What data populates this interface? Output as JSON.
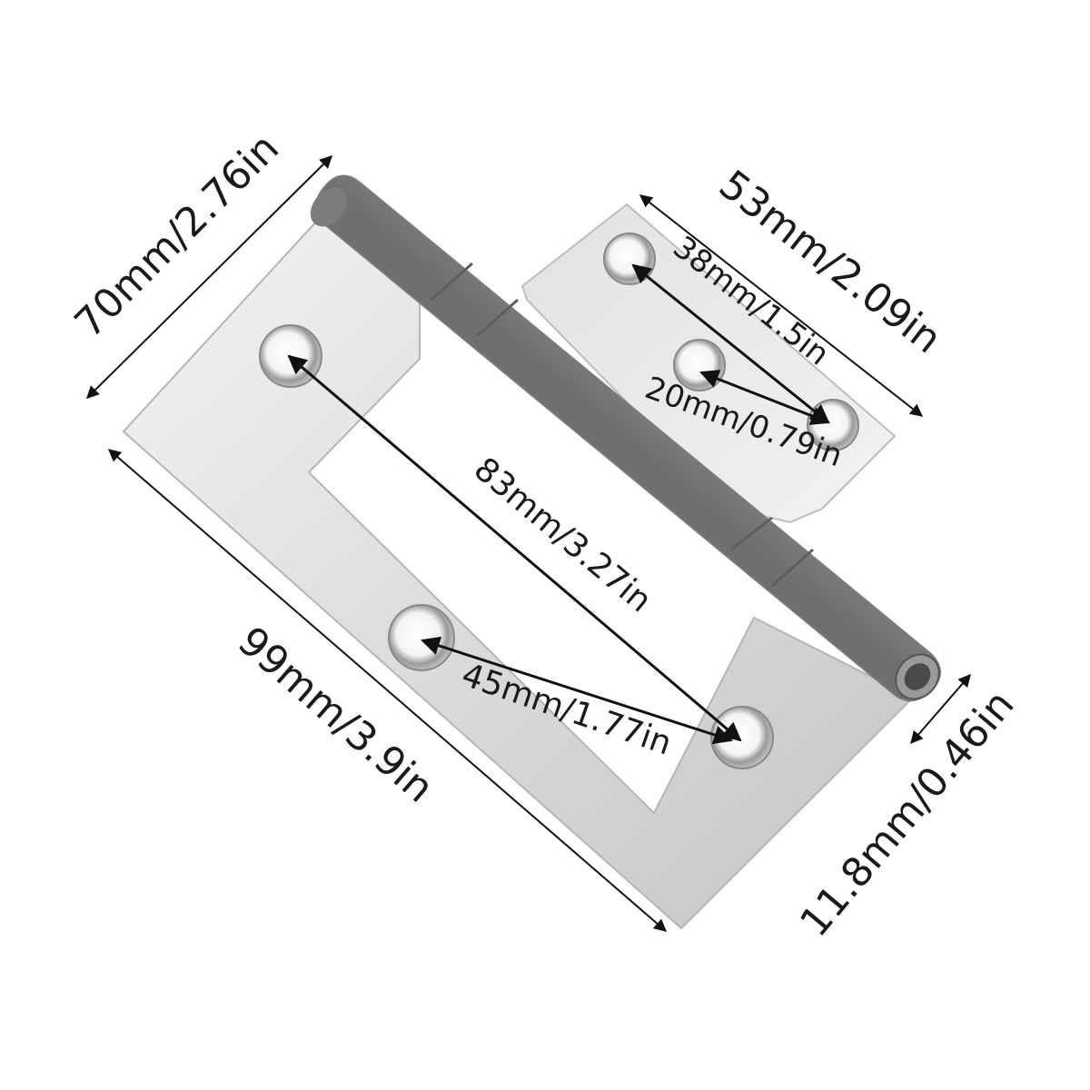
{
  "dimensions": {
    "height": "70mm/2.76in",
    "leaf_width": "53mm/2.09in",
    "hole_spacing_top": "38mm/1.5in",
    "hole_spacing_small": "20mm/0.79in",
    "diagonal": "83mm/3.27in",
    "length": "99mm/3.9in",
    "hole_spacing_bottom": "45mm/1.77in",
    "thickness": "11.8mm/0.46in"
  },
  "colors": {
    "metal_light": "#eeeeee",
    "metal_mid": "#c9c9c9",
    "metal_dark": "#8a8a8a",
    "arrow": "#111111"
  }
}
